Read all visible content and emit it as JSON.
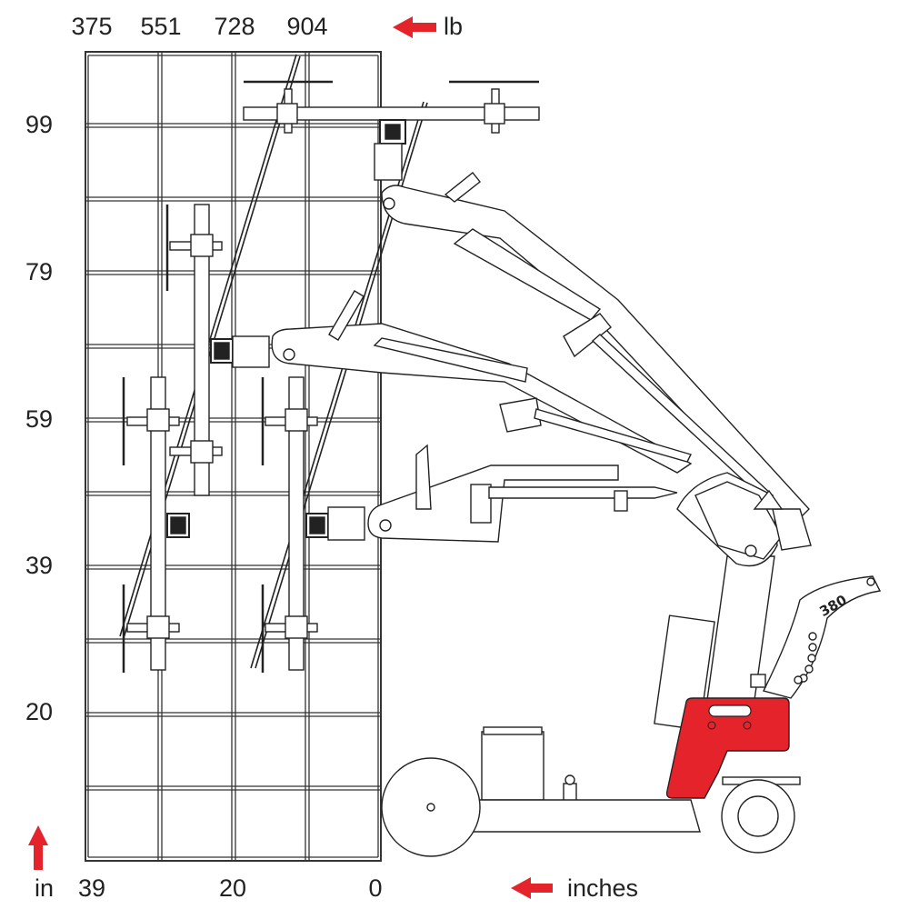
{
  "load_axis": {
    "unit": "lb",
    "ticks": [
      "375",
      "551",
      "728",
      "904"
    ]
  },
  "height_axis": {
    "unit": "in",
    "ticks": [
      "99",
      "79",
      "59",
      "39",
      "20"
    ]
  },
  "reach_axis": {
    "unit": "inches",
    "ticks": [
      "39",
      "20",
      "0"
    ]
  },
  "counterweight_label": "380",
  "colors": {
    "accent": "#e5232a",
    "line": "#222222",
    "background": "#ffffff"
  }
}
